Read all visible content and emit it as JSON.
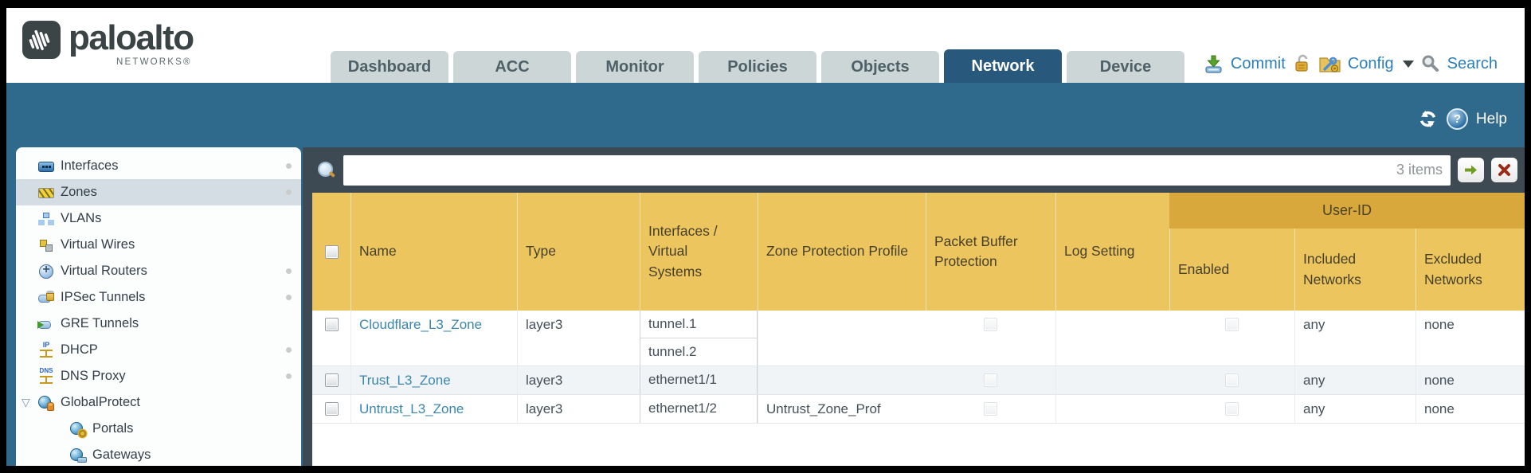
{
  "brand": {
    "name": "paloalto",
    "subname": "NETWORKS®"
  },
  "tabs": {
    "items": [
      "Dashboard",
      "ACC",
      "Monitor",
      "Policies",
      "Objects",
      "Network",
      "Device"
    ],
    "active": "Network"
  },
  "utilities": {
    "commit": "Commit",
    "config": "Config",
    "search": "Search"
  },
  "band": {
    "help_label": "Help"
  },
  "sidebar": {
    "selected": "Zones",
    "items": [
      {
        "label": "Interfaces"
      },
      {
        "label": "Zones"
      },
      {
        "label": "VLANs"
      },
      {
        "label": "Virtual Wires"
      },
      {
        "label": "Virtual Routers"
      },
      {
        "label": "IPSec Tunnels"
      },
      {
        "label": "GRE Tunnels"
      },
      {
        "label": "DHCP"
      },
      {
        "label": "DNS Proxy"
      },
      {
        "label": "GlobalProtect"
      },
      {
        "label": "Portals"
      },
      {
        "label": "Gateways"
      }
    ]
  },
  "filter": {
    "items_count": "3 items"
  },
  "table": {
    "group_header": "User-ID",
    "columns": [
      "Name",
      "Type",
      "Interfaces / Virtual Systems",
      "Zone Protection Profile",
      "Packet Buffer Protection",
      "Log Setting",
      "Enabled",
      "Included Networks",
      "Excluded Networks"
    ],
    "rows": [
      {
        "name": "Cloudflare_L3_Zone",
        "type": "layer3",
        "interfaces": [
          "tunnel.1",
          "tunnel.2"
        ],
        "zone_protection_profile": "",
        "packet_buffer_protection": false,
        "log_setting": "",
        "user_id_enabled": false,
        "included_networks": "any",
        "excluded_networks": "none"
      },
      {
        "name": "Trust_L3_Zone",
        "type": "layer3",
        "interfaces": [
          "ethernet1/1"
        ],
        "zone_protection_profile": "",
        "packet_buffer_protection": false,
        "log_setting": "",
        "user_id_enabled": false,
        "included_networks": "any",
        "excluded_networks": "none"
      },
      {
        "name": "Untrust_L3_Zone",
        "type": "layer3",
        "interfaces": [
          "ethernet1/2"
        ],
        "zone_protection_profile": "Untrust_Zone_Prof",
        "packet_buffer_protection": false,
        "log_setting": "",
        "user_id_enabled": false,
        "included_networks": "any",
        "excluded_networks": "none"
      }
    ]
  },
  "colors": {
    "band_teal": "#2f6a8d",
    "active_tab": "#28587c",
    "header_gold": "#ecc55e",
    "user_id_gold": "#d9a83c",
    "filter_bar": "#3e4a53",
    "link_blue": "#3a86ad"
  }
}
